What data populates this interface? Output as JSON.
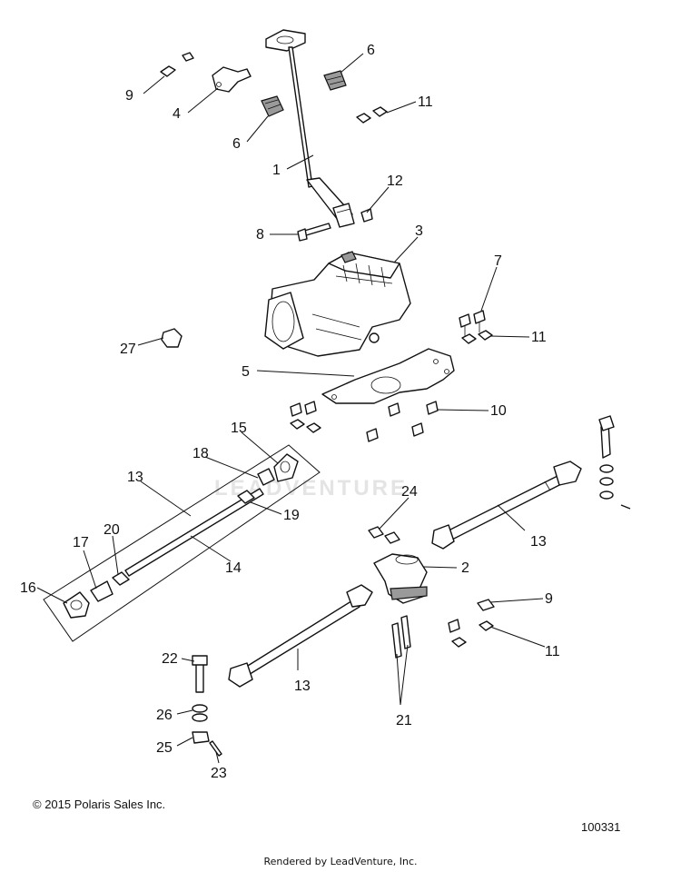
{
  "copyright": "© 2015 Polaris Sales Inc.",
  "diagram_id": "100331",
  "rendered_by": "Rendered by LeadVenture, Inc.",
  "watermark": "LEADVENTURE",
  "callouts": {
    "c1": "1",
    "c2": "2",
    "c3": "3",
    "c4": "4",
    "c5": "5",
    "c6a": "6",
    "c6b": "6",
    "c7": "7",
    "c8": "8",
    "c9a": "9",
    "c9b": "9",
    "c10": "10",
    "c11a": "11",
    "c11b": "11",
    "c11c": "11",
    "c12": "12",
    "c13a": "13",
    "c13b": "13",
    "c13c": "13",
    "c14": "14",
    "c15": "15",
    "c16": "16",
    "c17": "17",
    "c18": "18",
    "c19": "19",
    "c20": "20",
    "c21": "21",
    "c22": "22",
    "c23": "23",
    "c24": "24",
    "c25": "25",
    "c26": "26",
    "c27": "27"
  }
}
